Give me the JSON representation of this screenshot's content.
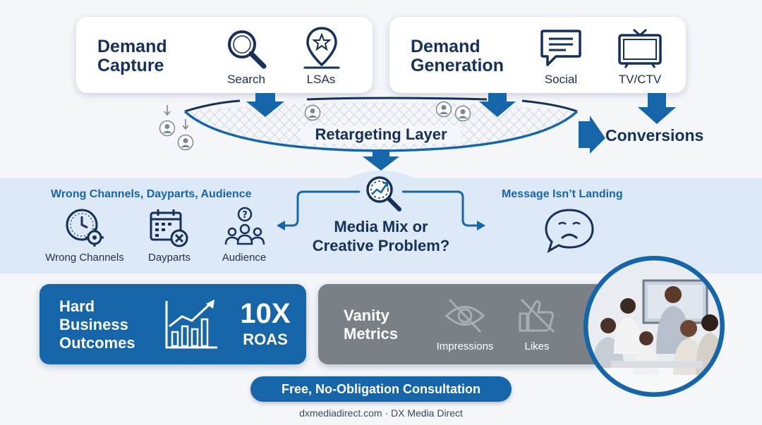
{
  "top": {
    "capture": {
      "title": "Demand\nCapture",
      "search_label": "Search",
      "lsas_label": "LSAs"
    },
    "generation": {
      "title": "Demand\nGeneration",
      "social_label": "Social",
      "tv_label": "TV/CTV"
    }
  },
  "funnel": {
    "label": "Retargeting Layer",
    "conversions_label": "Conversions"
  },
  "band": {
    "left_heading": "Wrong Channels, Dayparts, Audience",
    "right_heading": "Message Isn’t Landing",
    "center_question": "Media Mix or\nCreative Problem?",
    "items": [
      "Wrong Channels",
      "Dayparts",
      "Audience"
    ]
  },
  "outcomes": {
    "hard_title": "Hard\nBusiness\nOutcomes",
    "roas_value": "10X",
    "roas_label": "ROAS",
    "vanity_title": "Vanity\nMetrics",
    "impressions_label": "Impressions",
    "likes_label": "Likes"
  },
  "cta_label": "Free, No-Obligation Consultation",
  "footer_text": "dxmediadirect.com · DX Media Direct",
  "colors": {
    "navy": "#15305a",
    "blue": "#1565a8",
    "band": "#dde9f7",
    "gray": "#7b7f86"
  },
  "icons": [
    "search-icon",
    "map-pin-star-icon",
    "speech-bubble-icon",
    "tv-icon",
    "user-icon",
    "magnifier-chart-icon",
    "clock-gear-icon",
    "calendar-x-icon",
    "group-question-icon",
    "sad-bubble-icon",
    "growth-chart-icon",
    "eye-slash-icon",
    "thumbs-down-icon",
    "team-photo"
  ]
}
